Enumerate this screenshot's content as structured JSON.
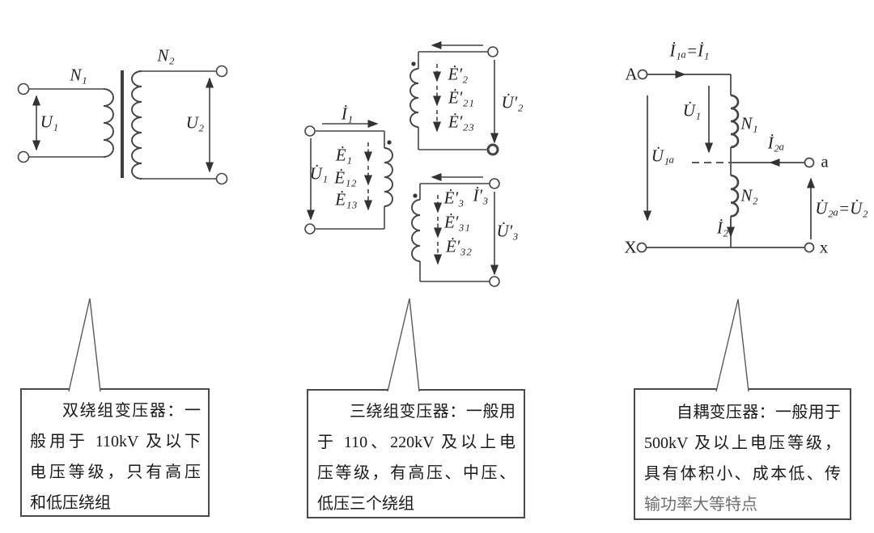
{
  "figure": {
    "background": "#ffffff",
    "line_color": "#444444",
    "accent_color": "#333333",
    "text_color": "#1a1a1a"
  },
  "diagrams": {
    "two_winding": {
      "labels": {
        "n1": "N₁",
        "n2": "N₂",
        "u1": "U₁",
        "u2": "U₂"
      }
    },
    "three_winding": {
      "labels": {
        "i1": "İ₁",
        "u1": "U̇₁",
        "e1": "Ė₁",
        "e12": "Ė₁₂",
        "e13": "Ė₁₃",
        "e2p": "Ė′₂",
        "e21p": "Ė′₂₁",
        "e23p": "Ė′₂₃",
        "u2p": "U̇′₂",
        "e3p": "Ė′₃",
        "i3p": "İ′₃",
        "e31p": "Ė′₃₁",
        "e32p": "Ė′₃₂",
        "u3p": "U̇′₃"
      }
    },
    "autotransformer": {
      "labels": {
        "i1a": "İ₁ₐ=İ₁",
        "terminal_A": "A",
        "u1": "U̇₁",
        "n1": "N₁",
        "u1a": "U̇₁ₐ",
        "i2a": "İ₂ₐ",
        "terminal_a": "a",
        "n2": "N₂",
        "i2": "İ₂",
        "u2a": "U̇₂ₐ=U̇₂",
        "terminal_X": "X",
        "terminal_x": "x"
      }
    }
  },
  "callouts": {
    "two_winding": {
      "lines": [
        "双绕组变压器：一",
        "般用于 110kV 及以下",
        "电压等级，只有高压",
        "和低压绕组"
      ]
    },
    "three_winding": {
      "lines": [
        "三绕组变压器：一般用",
        "于 110、220kV 及以上电",
        "压等级，有高压、中压、",
        "低压三个绕组"
      ]
    },
    "autotransformer": {
      "lines": [
        "自耦变压器：一般用于",
        "500kV 及以上电压等级，",
        "具有体积小、成本低、传",
        "输功率大等特点"
      ]
    }
  }
}
